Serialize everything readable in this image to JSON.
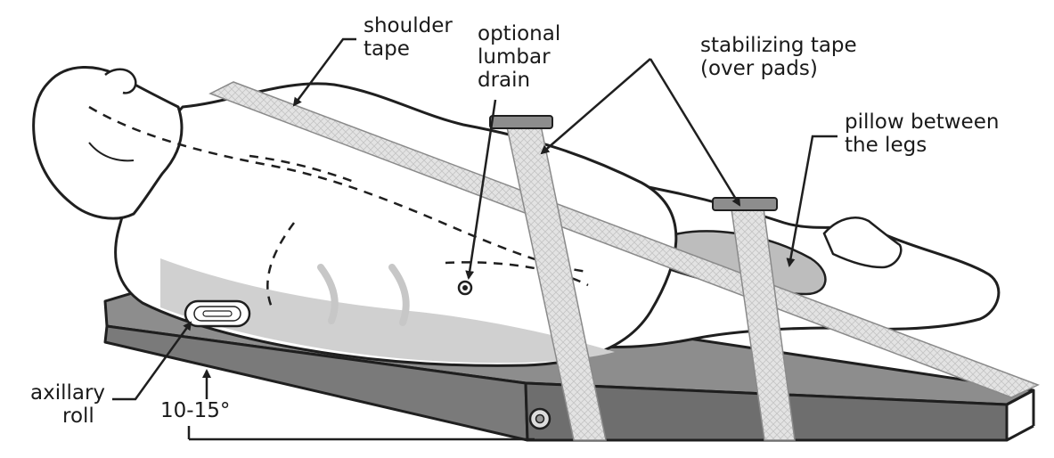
{
  "labels": {
    "shoulder_tape": [
      "shoulder",
      "tape"
    ],
    "lumbar_drain": [
      "optional",
      "lumbar",
      "drain"
    ],
    "stabilizing_tape": [
      "stabilizing tape",
      "(over pads)"
    ],
    "pillow": [
      "pillow between",
      "the legs"
    ],
    "axillary_roll": [
      "axillary",
      "roll"
    ],
    "angle": "10-15°"
  },
  "colors": {
    "outline": "#1f1f1f",
    "table_top": "#8d8d8d",
    "table_side": "#6e6e6e",
    "tape": "#dcdcdc",
    "shadow": "#c7c7c7",
    "body": "#ffffff"
  }
}
